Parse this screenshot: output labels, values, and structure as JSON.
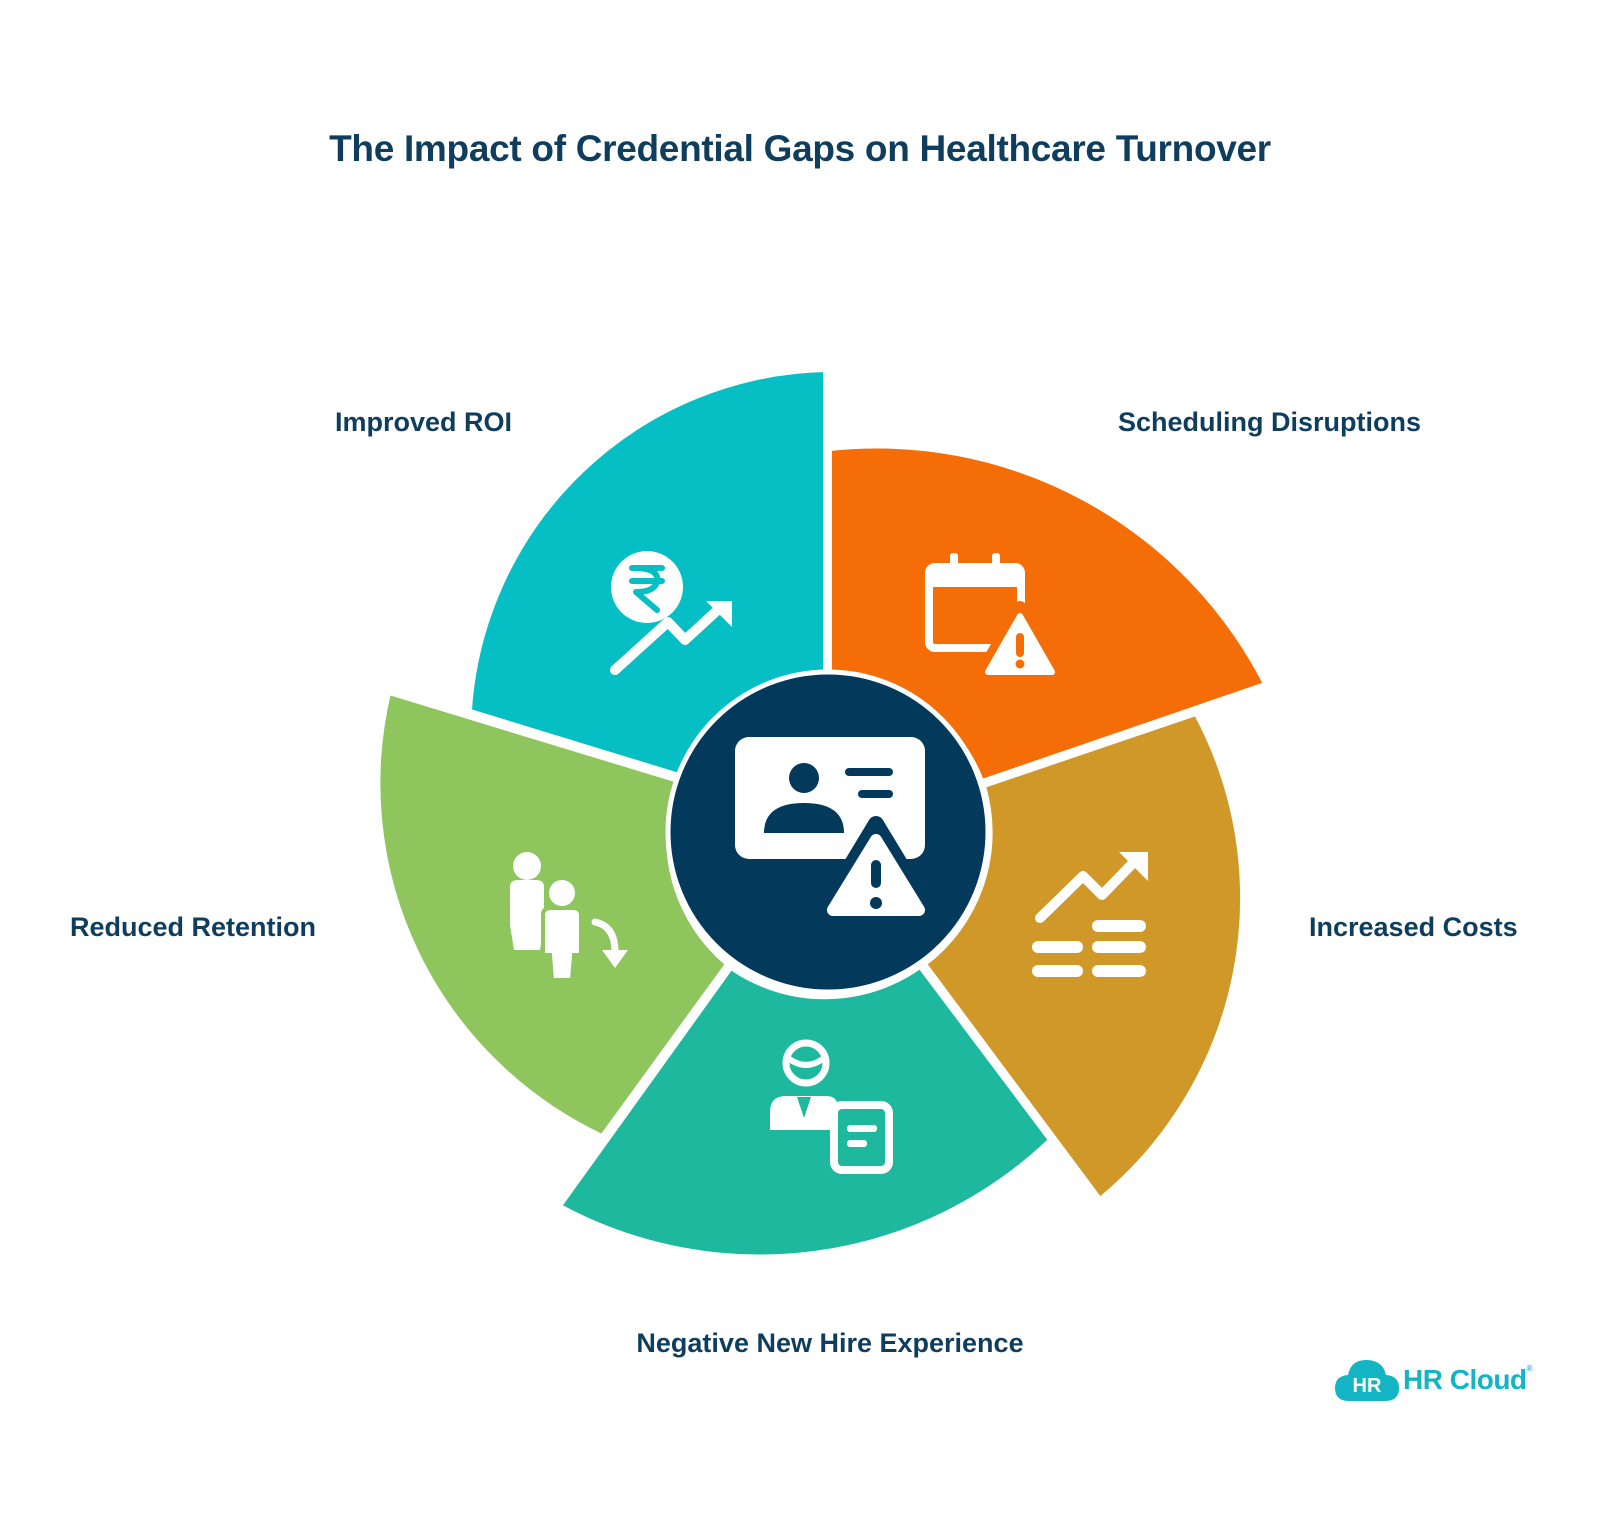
{
  "title": "The Impact of Credential Gaps on Healthcare Turnover",
  "segments": [
    {
      "label": "Improved ROI",
      "color": "#05bfc5",
      "icon": "rupee-growth-icon"
    },
    {
      "label": "Scheduling Disruptions",
      "color": "#f46d07",
      "icon": "calendar-warning-icon"
    },
    {
      "label": "Increased Costs",
      "color": "#cf9828",
      "icon": "rising-costs-icon"
    },
    {
      "label": "Negative New Hire Experience",
      "color": "#1db89e",
      "icon": "new-hire-document-icon"
    },
    {
      "label": "Reduced Retention",
      "color": "#8ec55d",
      "icon": "people-leaving-icon"
    }
  ],
  "center": {
    "color": "#033a5c",
    "icon": "id-card-warning-icon"
  },
  "logo": {
    "badge": "HR",
    "name": "HR Cloud",
    "mark": "®"
  }
}
